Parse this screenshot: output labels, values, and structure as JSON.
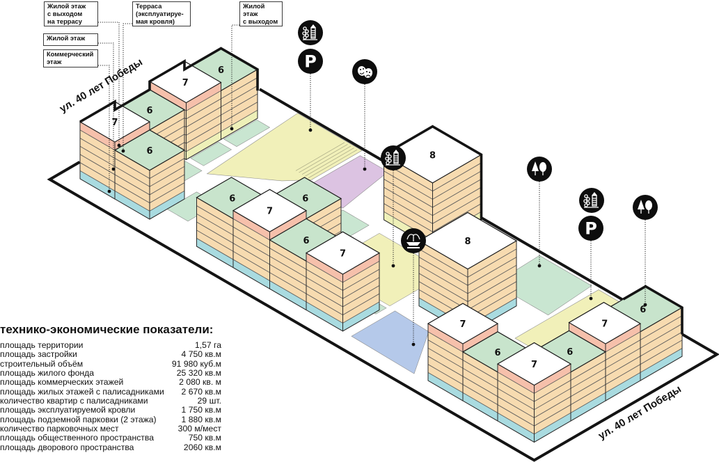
{
  "indicators": {
    "title": "технико-экономические показатели:",
    "rows": [
      {
        "label": "площадь территории",
        "value": "1,57 га"
      },
      {
        "label": "площадь застройки",
        "value": "4 750 кв.м"
      },
      {
        "label": "строительный объём",
        "value": "91 980 куб.м"
      },
      {
        "label": "площадь жилого фонда",
        "value": "25 320 кв.м"
      },
      {
        "label": "площадь коммерческих этажей",
        "value": "2 080 кв. м"
      },
      {
        "label": "площадь жилых этажей с палисадниками",
        "value": "2 670 кв.м"
      },
      {
        "label": "количество квартир с палисадниками",
        "value": "29 шт."
      },
      {
        "label": "площадь эксплуатируемой кровли",
        "value": "1 750 кв.м"
      },
      {
        "label": "площадь подземной парковки (2 этажа)",
        "value": "1 880 кв.м"
      },
      {
        "label": "количество парковочных мест",
        "value": "300 м/мест"
      },
      {
        "label": "площадь общественного пространства",
        "value": "750 кв.м"
      },
      {
        "label": "площадь дворового пространства",
        "value": "2060 кв.м"
      }
    ]
  },
  "legend": [
    {
      "text": "Жилой этаж\nс выходом\nна террасу"
    },
    {
      "text": "Терраса\n(эксплуатируе-\nмая кровля)"
    },
    {
      "text": "Жилой этаж"
    },
    {
      "text": "Коммерческий\nэтаж"
    },
    {
      "text": "Жилой этаж\nс выходом\nна террасу"
    }
  ],
  "streets": [
    "ул. 40 лет Победы",
    "ул. 40 лет Победы"
  ],
  "buildings": [
    {
      "floors": "7"
    },
    {
      "floors": "6"
    },
    {
      "floors": "6"
    },
    {
      "floors": "7"
    },
    {
      "floors": "6"
    },
    {
      "floors": "6"
    },
    {
      "floors": "7"
    },
    {
      "floors": "6"
    },
    {
      "floors": "6"
    },
    {
      "floors": "7"
    },
    {
      "floors": "8"
    },
    {
      "floors": "8"
    },
    {
      "floors": "7"
    },
    {
      "floors": "6"
    },
    {
      "floors": "7"
    },
    {
      "floors": "6"
    },
    {
      "floors": "7"
    },
    {
      "floors": "6"
    }
  ],
  "icons": [
    {
      "name": "playground-tower-icon"
    },
    {
      "name": "parking-icon",
      "text": "P"
    },
    {
      "name": "theater-masks-icon"
    },
    {
      "name": "playground-tower-icon"
    },
    {
      "name": "fountain-icon"
    },
    {
      "name": "trees-icon"
    },
    {
      "name": "playground-tower-icon"
    },
    {
      "name": "parking-icon",
      "text": "P"
    },
    {
      "name": "trees-icon"
    }
  ],
  "colors": {
    "outline": "#141414",
    "ground": "#ffffff",
    "facade": "#f7dbb0",
    "commercial_floor": "#a9dbe0",
    "terrace_floor": "#f6c0ab",
    "green_roof": "#c8e4cc",
    "white_roof": "#ffffff",
    "base_yellow": "#eef0b8",
    "plaza_yellow": "#f1f0b9",
    "lawn_green": "#c9e6d1",
    "theater_purple": "#dcc3e2",
    "square_blue": "#b5c9ea",
    "icon_bg": "#0d0d0d"
  }
}
